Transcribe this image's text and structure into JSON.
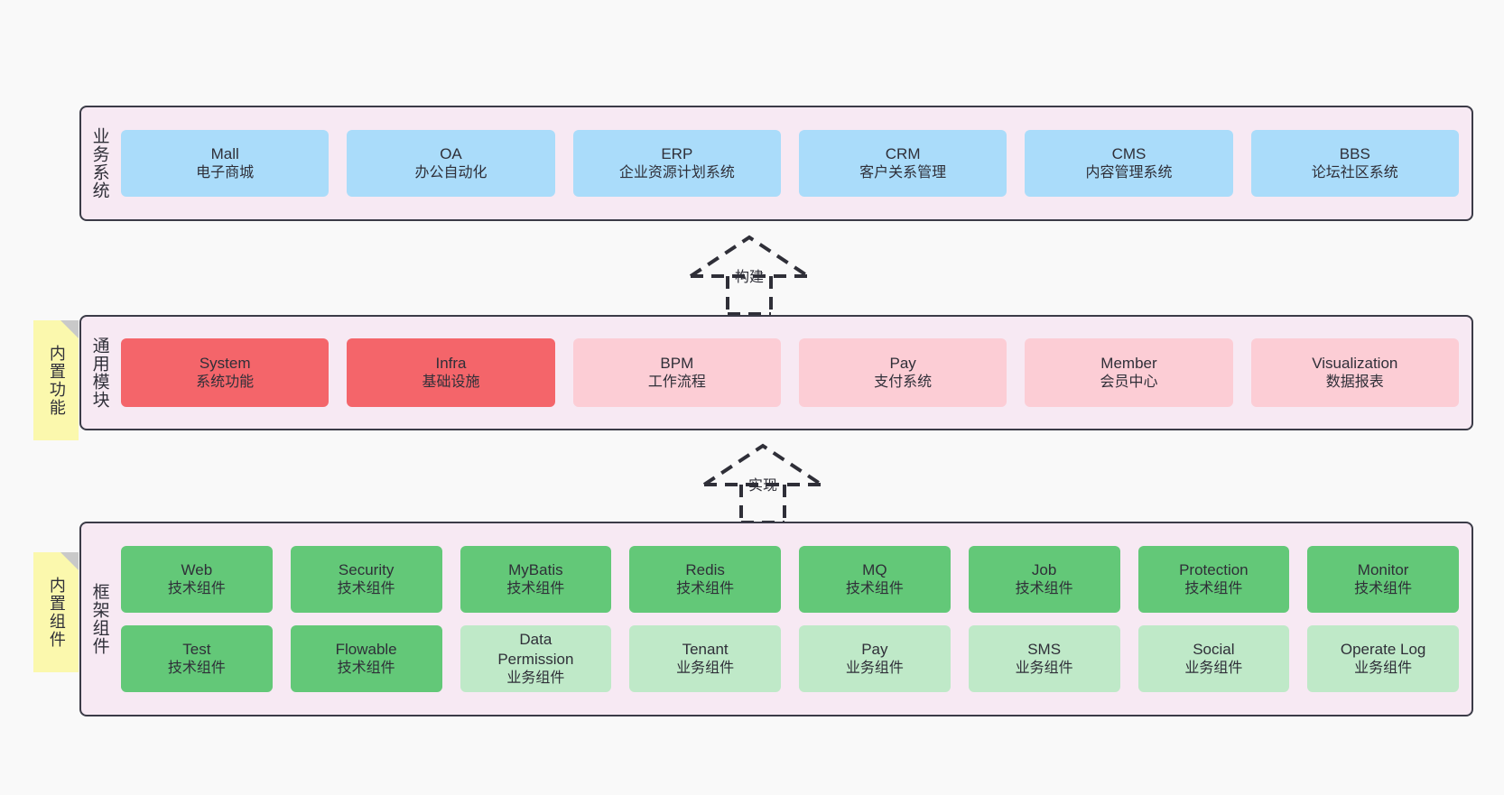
{
  "diagram": {
    "background_color": "#f9f9f9",
    "panel_color": "#f7e9f3",
    "border_color": "#3b3b47",
    "note_color": "#fbf8ad"
  },
  "layers": [
    {
      "id": "business",
      "title": "业务系统",
      "note": null,
      "rows": [
        {
          "nodes": [
            {
              "title": "Mall",
              "sub": "电子商城",
              "color": "#aadcfa",
              "style": "blue"
            },
            {
              "title": "OA",
              "sub": "办公自动化",
              "color": "#aadcfa",
              "style": "blue"
            },
            {
              "title": "ERP",
              "sub": "企业资源计划系统",
              "color": "#aadcfa",
              "style": "blue"
            },
            {
              "title": "CRM",
              "sub": "客户关系管理",
              "color": "#aadcfa",
              "style": "blue"
            },
            {
              "title": "CMS",
              "sub": "内容管理系统",
              "color": "#aadcfa",
              "style": "blue"
            },
            {
              "title": "BBS",
              "sub": "论坛社区系统",
              "color": "#aadcfa",
              "style": "blue"
            }
          ]
        }
      ]
    },
    {
      "id": "common-modules",
      "title": "通用模块",
      "note": "内置功能",
      "rows": [
        {
          "nodes": [
            {
              "title": "System",
              "sub": "系统功能",
              "color": "#f4656a",
              "style": "red"
            },
            {
              "title": "Infra",
              "sub": "基础设施",
              "color": "#f4656a",
              "style": "red"
            },
            {
              "title": "BPM",
              "sub": "工作流程",
              "color": "#fccdd5",
              "style": "pink"
            },
            {
              "title": "Pay",
              "sub": "支付系统",
              "color": "#fccdd5",
              "style": "pink"
            },
            {
              "title": "Member",
              "sub": "会员中心",
              "color": "#fccdd5",
              "style": "pink"
            },
            {
              "title": "Visualization",
              "sub": "数据报表",
              "color": "#fccdd5",
              "style": "pink"
            }
          ]
        }
      ]
    },
    {
      "id": "framework-components",
      "title": "框架组件",
      "note": "内置组件",
      "rows": [
        {
          "nodes": [
            {
              "title": "Web",
              "sub": "技术组件",
              "color": "#63c878",
              "style": "green"
            },
            {
              "title": "Security",
              "sub": "技术组件",
              "color": "#63c878",
              "style": "green"
            },
            {
              "title": "MyBatis",
              "sub": "技术组件",
              "color": "#63c878",
              "style": "green"
            },
            {
              "title": "Redis",
              "sub": "技术组件",
              "color": "#63c878",
              "style": "green"
            },
            {
              "title": "MQ",
              "sub": "技术组件",
              "color": "#63c878",
              "style": "green"
            },
            {
              "title": "Job",
              "sub": "技术组件",
              "color": "#63c878",
              "style": "green"
            },
            {
              "title": "Protection",
              "sub": "技术组件",
              "color": "#63c878",
              "style": "green"
            },
            {
              "title": "Monitor",
              "sub": "技术组件",
              "color": "#63c878",
              "style": "green"
            }
          ]
        },
        {
          "nodes": [
            {
              "title": "Test",
              "sub": "技术组件",
              "color": "#63c878",
              "style": "green"
            },
            {
              "title": "Flowable",
              "sub": "技术组件",
              "color": "#63c878",
              "style": "green"
            },
            {
              "title": "Data Permission",
              "sub": "业务组件",
              "color": "#bfe9c8",
              "style": "green-light"
            },
            {
              "title": "Tenant",
              "sub": "业务组件",
              "color": "#bfe9c8",
              "style": "green-light"
            },
            {
              "title": "Pay",
              "sub": "业务组件",
              "color": "#bfe9c8",
              "style": "green-light"
            },
            {
              "title": "SMS",
              "sub": "业务组件",
              "color": "#bfe9c8",
              "style": "green-light"
            },
            {
              "title": "Social",
              "sub": "业务组件",
              "color": "#bfe9c8",
              "style": "green-light"
            },
            {
              "title": "Operate Log",
              "sub": "业务组件",
              "color": "#bfe9c8",
              "style": "green-light"
            }
          ]
        }
      ]
    }
  ],
  "connectors": [
    {
      "id": "build",
      "label": "构建",
      "from": "common-modules",
      "to": "business",
      "style": "dashed-generalization"
    },
    {
      "id": "implement",
      "label": "实现",
      "from": "framework-components",
      "to": "common-modules",
      "style": "dashed-generalization"
    }
  ]
}
